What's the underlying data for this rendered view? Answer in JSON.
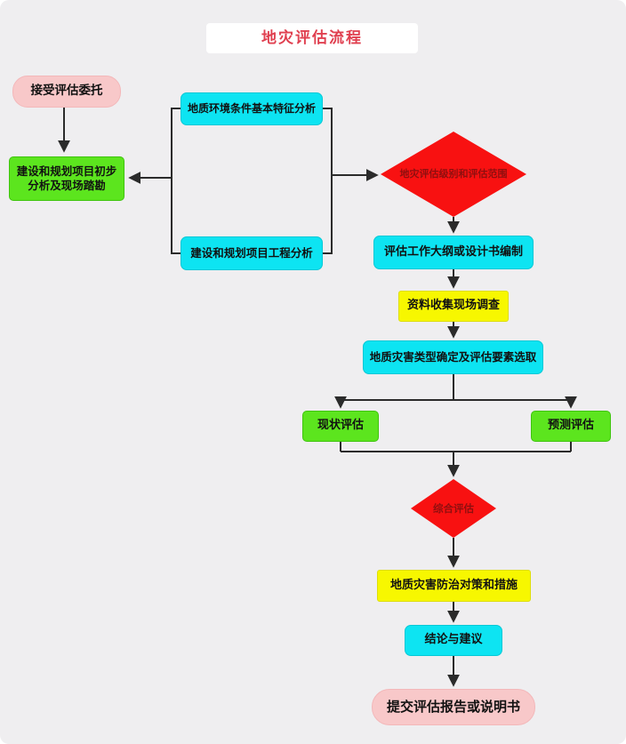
{
  "title": "地灾评估流程",
  "nodes": {
    "start": {
      "label": "接受评估委托"
    },
    "preliminary": {
      "label": "建设和规划项目初步分析及现场踏勘"
    },
    "geo_env": {
      "label": "地质环境条件基本特征分析"
    },
    "project_analysis": {
      "label": "建设和规划项目工程分析"
    },
    "decision_level": {
      "label": "地灾评估级别和评估范围"
    },
    "outline": {
      "label": "评估工作大纲或设计书编制"
    },
    "data_collection": {
      "label": "资料收集现场调查"
    },
    "type_determination": {
      "label": "地质灾害类型确定及评估要素选取"
    },
    "current_assessment": {
      "label": "现状评估"
    },
    "prediction_assessment": {
      "label": "预测评估"
    },
    "comprehensive": {
      "label": "综合评估"
    },
    "countermeasures": {
      "label": "地质灾害防治对策和措施"
    },
    "conclusion": {
      "label": "结论与建议"
    },
    "final": {
      "label": "提交评估报告或说明书"
    }
  },
  "colors": {
    "background": "#efeef0",
    "title_text": "#e04050",
    "pink_node": "#f8c8c9",
    "green_node": "#5ce51e",
    "cyan_node": "#0de4f2",
    "yellow_node": "#f7f700",
    "diamond_fill": "#f81111",
    "diamond_text": "#8f0f0f",
    "connector_line": "#2b2b2b",
    "node_text": "#111111"
  }
}
